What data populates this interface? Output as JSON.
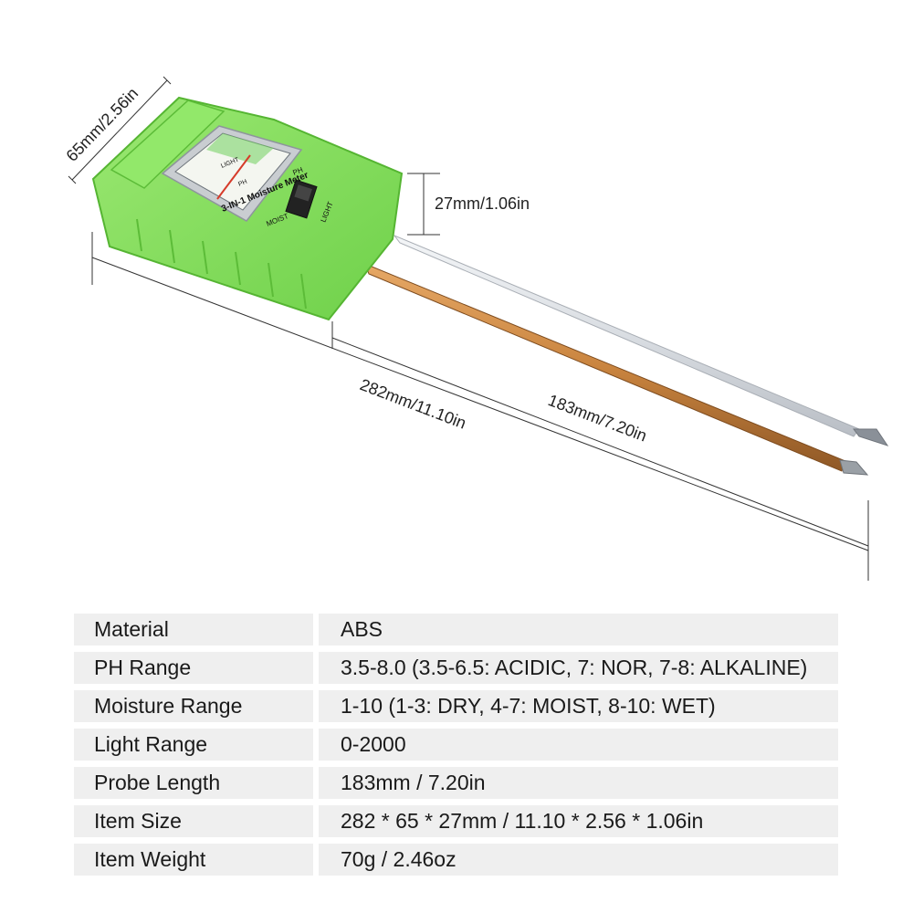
{
  "product": {
    "meter_title": "3-IN-1 Moisture Meter",
    "switch_label_ph": "PH",
    "switch_label_moist": "MOIST",
    "switch_label_light": "LIGHT",
    "scale_label_light": "LIGHT",
    "scale_label_ph": "PH"
  },
  "dimensions": {
    "width": "65mm/2.56in",
    "thickness": "27mm/1.06in",
    "total_length": "282mm/11.10in",
    "probe_length": "183mm/7.20in"
  },
  "colors": {
    "body_green": "#84e25c",
    "copper_probe": "#c98a4a",
    "steel_probe": "#e4e7ea"
  },
  "specs": [
    {
      "label": "Material",
      "value": "ABS"
    },
    {
      "label": "PH Range",
      "value": "3.5-8.0 (3.5-6.5: ACIDIC, 7: NOR, 7-8: ALKALINE)"
    },
    {
      "label": "Moisture Range",
      "value": "1-10 (1-3: DRY, 4-7: MOIST, 8-10: WET)"
    },
    {
      "label": "Light Range",
      "value": "0-2000"
    },
    {
      "label": "Probe Length",
      "value": "183mm / 7.20in"
    },
    {
      "label": "Item Size",
      "value": "282 * 65 * 27mm / 11.10 * 2.56 * 1.06in"
    },
    {
      "label": "Item Weight",
      "value": "70g / 2.46oz"
    }
  ]
}
